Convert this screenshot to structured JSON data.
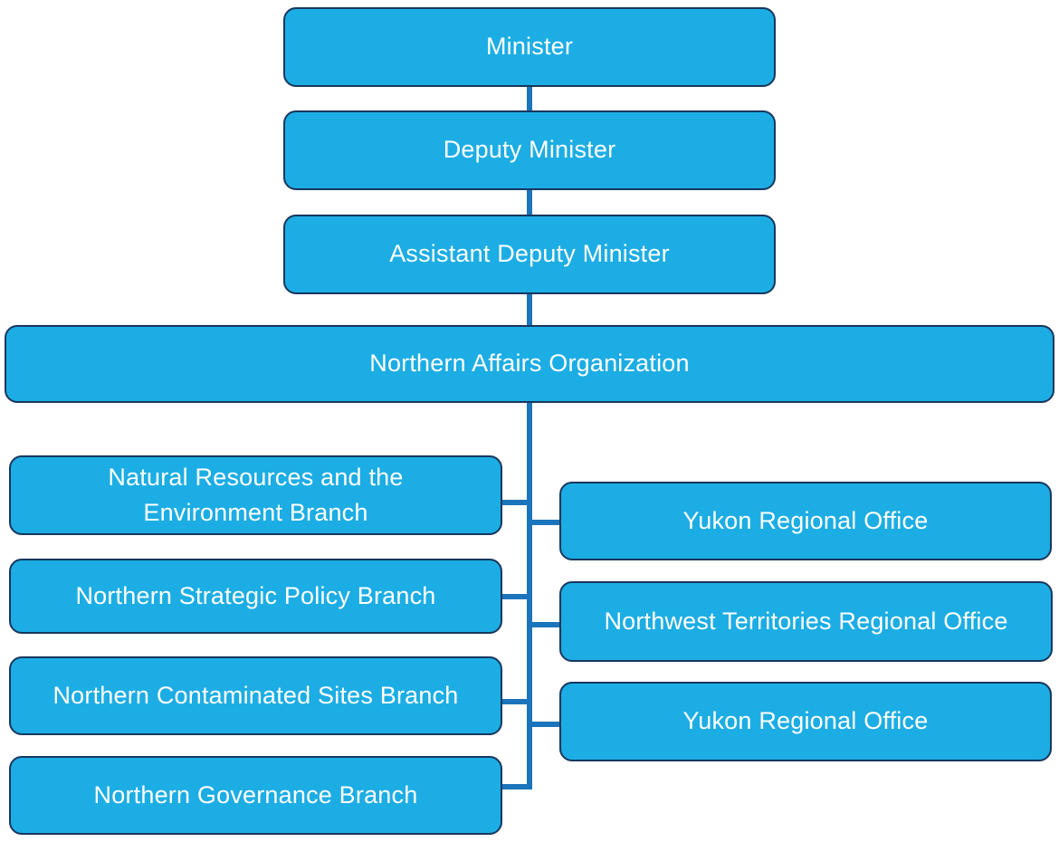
{
  "theme": {
    "node_fill": "#1cade4",
    "node_border": "#17375e",
    "node_text": "#ffffff",
    "connector_color": "#1b75bc",
    "background": "#ffffff"
  },
  "org_chart": {
    "type": "org-chart",
    "nodes": [
      {
        "id": "minister",
        "label": "Minister",
        "group": "chain",
        "level": 1
      },
      {
        "id": "deputy-minister",
        "label": "Deputy Minister",
        "group": "chain",
        "level": 2
      },
      {
        "id": "assistant-deputy-minister",
        "label": "Assistant Deputy Minister",
        "group": "chain",
        "level": 3
      },
      {
        "id": "northern-affairs-org",
        "label": "Northern Affairs Organization",
        "group": "chain",
        "level": 4
      },
      {
        "id": "natural-resources-branch",
        "label": "Natural Resources and the Environment Branch",
        "group": "branches",
        "level": 5
      },
      {
        "id": "strategic-policy-branch",
        "label": "Northern Strategic Policy Branch",
        "group": "branches",
        "level": 5
      },
      {
        "id": "contaminated-sites-branch",
        "label": "Northern Contaminated Sites Branch",
        "group": "branches",
        "level": 5
      },
      {
        "id": "governance-branch",
        "label": "Northern Governance Branch",
        "group": "branches",
        "level": 5
      },
      {
        "id": "yukon-regional-office-1",
        "label": "Yukon Regional Office",
        "group": "regional-offices",
        "level": 5
      },
      {
        "id": "nwt-regional-office",
        "label": "Northwest Territories Regional Office",
        "group": "regional-offices",
        "level": 5
      },
      {
        "id": "yukon-regional-office-2",
        "label": "Yukon Regional Office",
        "group": "regional-offices",
        "level": 5
      }
    ]
  }
}
